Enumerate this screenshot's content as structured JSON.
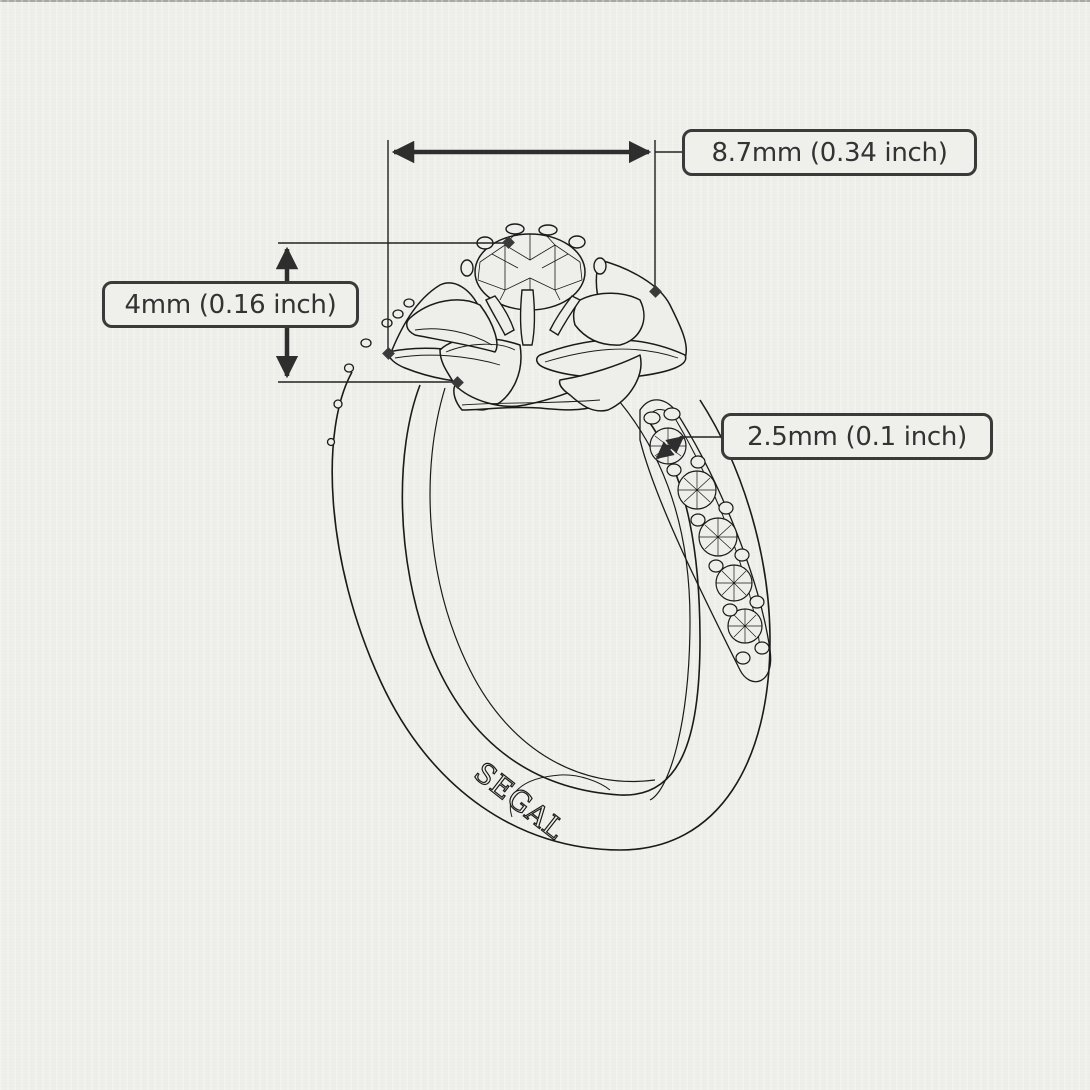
{
  "diagram": {
    "subject": "Flower-halo solitaire engagement ring technical line drawing",
    "background_color": "#eeeeea",
    "line_color": "#1a1a1a",
    "label_border_color": "#3a3a3a",
    "label_text_color": "#333333"
  },
  "dimensions": {
    "head_width": {
      "label": "8.7mm (0.34 inch)",
      "orientation": "horizontal"
    },
    "head_height": {
      "label": "4mm (0.16 inch)",
      "orientation": "vertical"
    },
    "side_stone_diameter": {
      "label": "2.5mm (0.1 inch)",
      "orientation": "diagonal"
    }
  },
  "engraving": {
    "text": "SEGAL"
  }
}
